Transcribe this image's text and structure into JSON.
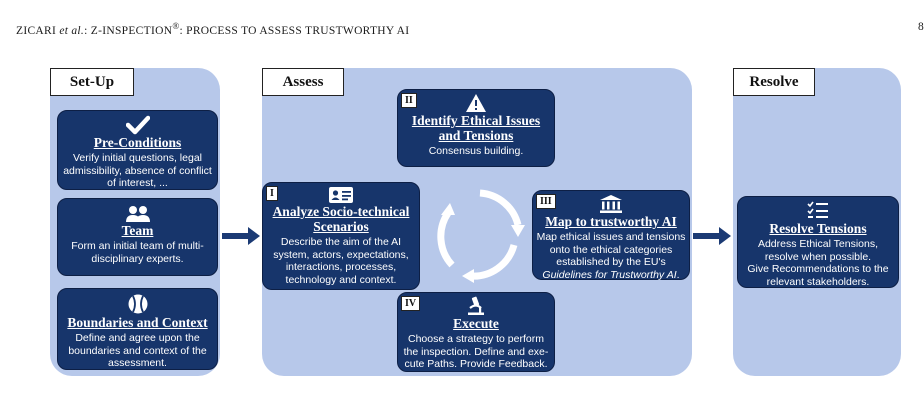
{
  "header": {
    "title_prefix": "ZICARI ",
    "title_etal": "et al.",
    "title_suffix": ": Z-INSPECTION",
    "title_reg": "®",
    "title_rest": ": PROCESS TO ASSESS TRUSTWORTHY AI",
    "page_number": "8"
  },
  "setup": {
    "label": "Set-Up",
    "preconditions": {
      "title": "Pre-Conditions",
      "lines": [
        "Verify initial questions, legal",
        "admissibility, absence of conflict",
        "of interest, ..."
      ],
      "icon": "checkmark-icon"
    },
    "team": {
      "title": "Team",
      "lines": [
        "Form an initial team of multi-",
        "disciplinary experts."
      ],
      "icon": "people-icon"
    },
    "boundaries": {
      "title": "Boundaries and Context",
      "lines": [
        "Define and agree upon the",
        "boundaries and context of the",
        "assessment."
      ],
      "icon": "baseball-icon"
    }
  },
  "assess": {
    "label": "Assess",
    "identify": {
      "num": "II",
      "title_lines": [
        "Identify Ethical Issues",
        "and Tensions"
      ],
      "lines": [
        "Consensus building."
      ],
      "icon": "warning-icon"
    },
    "analyze": {
      "num": "I",
      "title_lines": [
        "Analyze Socio-technical",
        "Scenarios"
      ],
      "lines": [
        "Describe the aim of the AI",
        "system, actors, expectations,",
        "interactions, processes,",
        "technology and context."
      ],
      "icon": "id-card-icon"
    },
    "map": {
      "num": "III",
      "title": "Map to trustworthy AI",
      "lines": [
        "Map ethical issues and tensions",
        "onto the ethical categories",
        "established by the EU's"
      ],
      "italic_line": "Guidelines for Trustworthy AI",
      "italic_suffix": ".",
      "icon": "institution-icon"
    },
    "execute": {
      "num": "IV",
      "title": "Execute",
      "lines": [
        "Choose a strategy to perform",
        "the inspection. Define and exe-",
        "cute Paths. Provide Feedback."
      ],
      "icon": "microscope-icon"
    }
  },
  "resolve": {
    "label": "Resolve",
    "tensions": {
      "title": "Resolve Tensions",
      "lines": [
        "Address Ethical Tensions,",
        "resolve when possible.",
        "Give Recommendations to the",
        "relevant stakeholders."
      ],
      "icon": "checklist-icon"
    }
  },
  "colors": {
    "panel_bg": "#b7c8ea",
    "box_bg": "#17356b",
    "arrow": "#1b3a74"
  }
}
